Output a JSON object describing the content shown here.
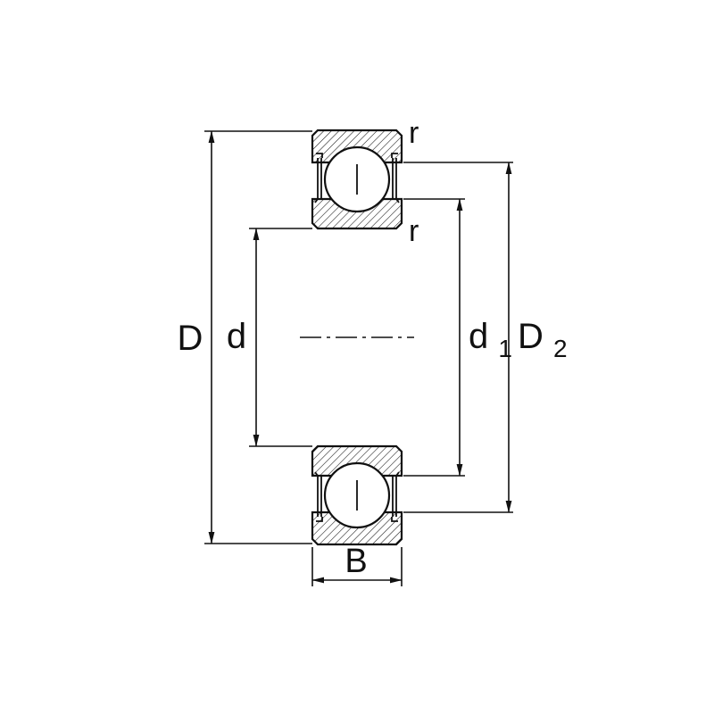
{
  "diagram": {
    "labels": {
      "outer_diameter": {
        "text": "D"
      },
      "bore_diameter": {
        "text": "d"
      },
      "inner_shoulder_diameter": {
        "text": "d",
        "sub": "1"
      },
      "outer_recess_diameter": {
        "text": "D",
        "sub": "2"
      },
      "width": {
        "text": "B"
      },
      "outer_ring_chamfer": {
        "text": "r"
      },
      "inner_ring_chamfer": {
        "text": "r"
      }
    },
    "colors": {
      "line": "#111111",
      "background": "#ffffff"
    }
  }
}
